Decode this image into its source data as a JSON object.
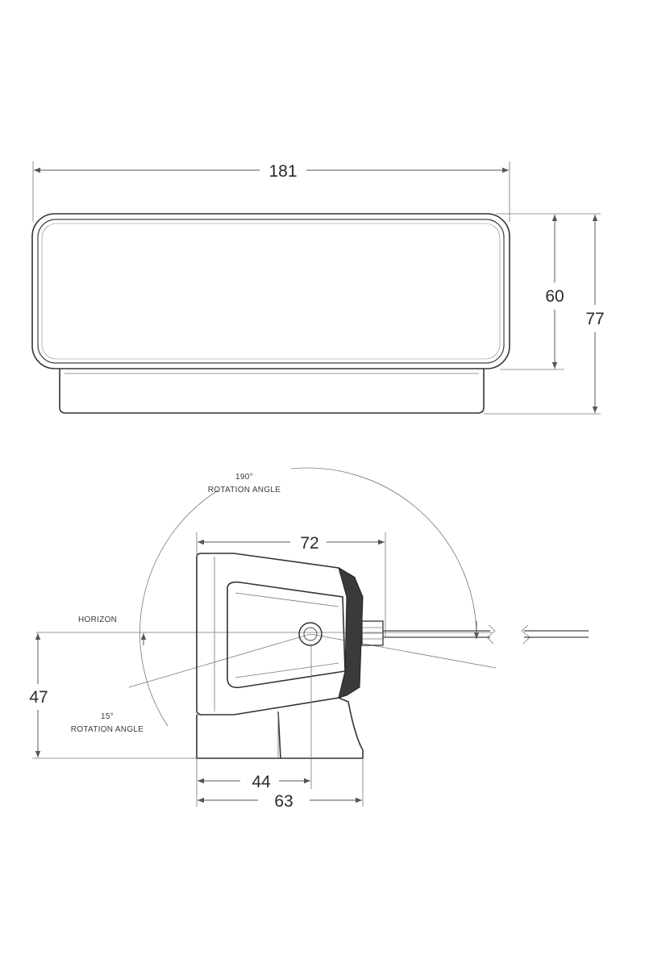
{
  "front_view": {
    "width_label": "181",
    "lens_height_label": "60",
    "total_height_label": "77"
  },
  "side_view": {
    "depth_label": "72",
    "pivot_height_label": "47",
    "pivot_offset_label": "44",
    "base_width_label": "63",
    "horizon_label": "HORIZON",
    "up_rotation": {
      "angle": "190°",
      "caption": "ROTATION ANGLE"
    },
    "down_rotation": {
      "angle": "15°",
      "caption": "ROTATION ANGLE"
    }
  }
}
